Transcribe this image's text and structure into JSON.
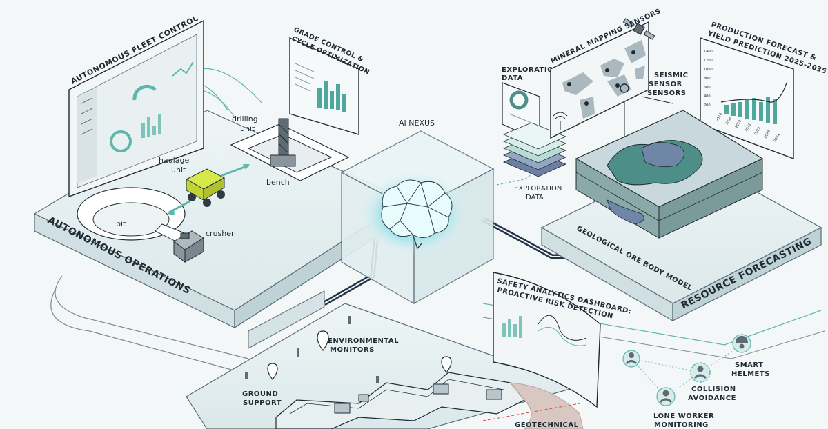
{
  "labels": {
    "fleet_control": "AUTONOMOUS FLEET CONTROL",
    "grade_control_1": "GRADE CONTROL &",
    "grade_control_2": "CYCLE OPTIMIZATION",
    "drilling_1": "drilling",
    "drilling_2": "unit",
    "haulage_1": "haulage",
    "haulage_2": "unit",
    "bench": "bench",
    "pit": "pit",
    "crusher": "crusher",
    "autonomous_operations": "AUTONOMOUS OPERATIONS",
    "ai_nexus": "AI NEXUS",
    "exploration_top_1": "EXPLORATION",
    "exploration_top_2": "DATA",
    "exploration_mid_1": "EXPLORATION",
    "exploration_mid_2": "DATA",
    "mineral_mapping": "MINERAL MAPPING SENSORS",
    "seismic_1": "SEISMIC",
    "seismic_2": "SENSOR",
    "seismic_3": "SENSORS",
    "forecast_1": "PRODUCTION FORECAST &",
    "forecast_2": "YIELD PREDICTION 2025-2035",
    "geological_model": "GEOLOGICAL ORE BODY MODEL",
    "resource_forecasting": "RESOURCE FORECASTING",
    "safety_1": "SAFETY ANALYTICS DASHBOARD:",
    "safety_2": "PROACTIVE RISK DETECTION",
    "environmental_1": "ENVIRONMENTAL",
    "environmental_2": "MONITORS",
    "ground_1": "GROUND",
    "ground_2": "SUPPORT",
    "geotechnical": "GEOTECHNICAL",
    "smart_helmets_1": "SMART",
    "smart_helmets_2": "HELMETS",
    "collision_1": "COLLISION",
    "collision_2": "AVOIDANCE",
    "lone_worker_1": "LONE WORKER",
    "lone_worker_2": "MONITORING"
  },
  "forecast_axis": {
    "y_ticks": [
      "1400",
      "1200",
      "1000",
      "800",
      "600",
      "400",
      "200"
    ],
    "x_ticks": [
      "2016",
      "2018",
      "2019",
      "2021",
      "2022",
      "2023",
      "2024"
    ]
  },
  "colors": {
    "ink": "#1f2a33",
    "teal": "#5fb6ad",
    "teal_light": "#cfe9e6",
    "glass": "#e3eef0",
    "navy": "#243247",
    "glow": "#bfeff2"
  },
  "icons": {
    "brain": "brain-icon",
    "satellite": "satellite-icon",
    "truck": "haul-truck-icon",
    "drill": "drill-rig-icon",
    "crusher": "crusher-icon",
    "worker": "worker-icon",
    "helmet": "smart-helmet-icon",
    "pin": "location-pin-icon"
  }
}
